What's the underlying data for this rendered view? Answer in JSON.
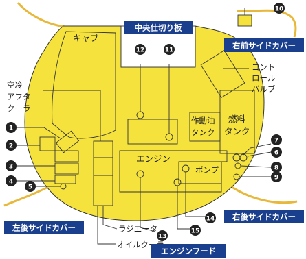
{
  "colors": {
    "body": "#f5e23c",
    "tag": "#1a3f8c",
    "tube": "#e8b83a"
  },
  "tags": {
    "center_partition": "中央仕切り板",
    "right_front_cover": "右前サイドカバー",
    "left_rear_cover": "左後サイドカバー",
    "right_rear_cover": "右後サイドカバー",
    "engine_hood": "エンジンフード"
  },
  "labels": {
    "cab": "キャブ",
    "control_valve": [
      "コント",
      "ロール",
      "バルブ"
    ],
    "air_cooled": [
      "空冷",
      "アフタ",
      "クーラ"
    ],
    "hydraulic_tank": [
      "作動油",
      "タンク"
    ],
    "fuel_tank": [
      "燃料",
      "タンク"
    ],
    "engine": "エンジン",
    "pump": "ポンプ",
    "radiator": "ラジエータ",
    "oil_cooler": "オイルクーラ"
  },
  "numbers": [
    "1",
    "2",
    "3",
    "4",
    "5",
    "6",
    "7",
    "8",
    "9",
    "10",
    "11",
    "12",
    "13",
    "14",
    "15"
  ]
}
